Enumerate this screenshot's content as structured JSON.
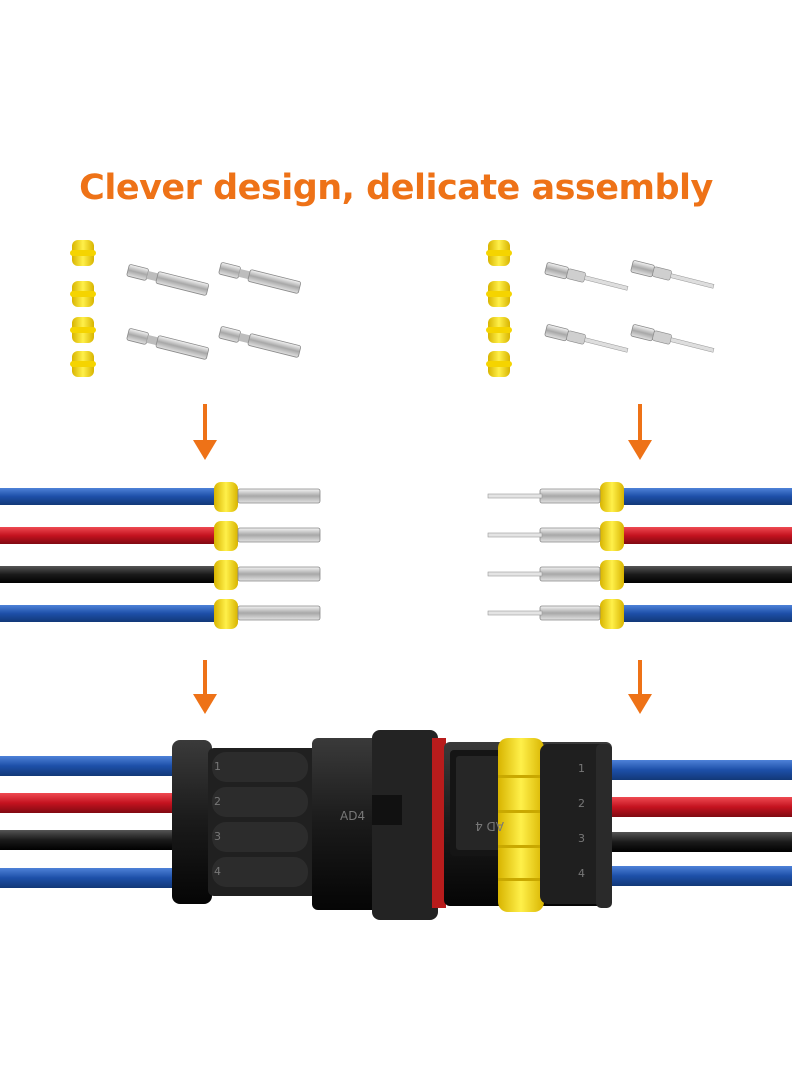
{
  "headline": {
    "text": "Clever design, delicate assembly",
    "color": "#ee7217"
  },
  "colors": {
    "arrow": "#ee7217",
    "seal": "#ffe31a",
    "wire_blue": "#1d4fa8",
    "wire_red": "#c4121f",
    "wire_black": "#1a1a1a",
    "housing": "#1c1c1c",
    "terminal": "#c9c9c9"
  },
  "connector": {
    "male_mark": "AD4",
    "female_mark": "AD 4",
    "male_pins": [
      "1",
      "2",
      "3",
      "4"
    ],
    "female_pins": [
      "1",
      "2",
      "3",
      "4"
    ]
  },
  "wire_order": [
    "blue",
    "red",
    "black",
    "blue"
  ]
}
